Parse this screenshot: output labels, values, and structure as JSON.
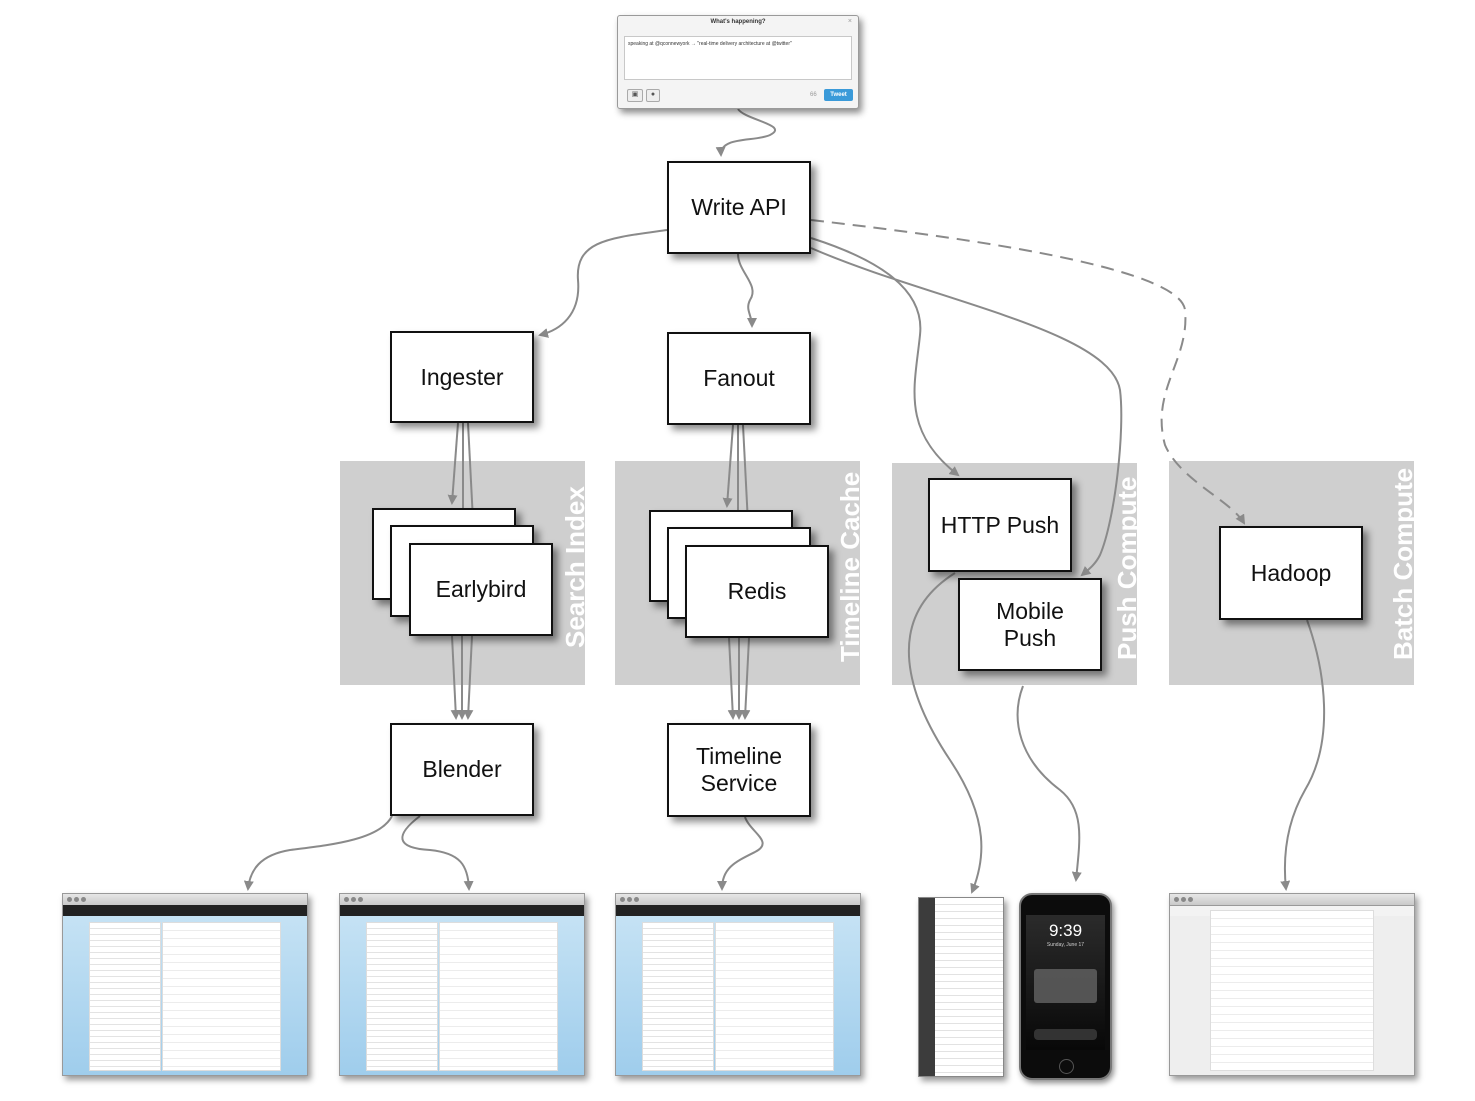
{
  "tweet_box": {
    "title": "What's happening?",
    "close": "×",
    "text": "speaking at @qconnewyork → \"real-time delivery architecture at @twitter\"",
    "char_count": "66",
    "button": "Tweet",
    "camera_icon": "camera-icon",
    "location_icon": "location-pin-icon"
  },
  "groups": {
    "search_index": "Search Index",
    "timeline_cache": "Timeline Cache",
    "push_compute": "Push Compute",
    "batch_compute": "Batch Compute"
  },
  "nodes": {
    "write_api": "Write API",
    "ingester": "Ingester",
    "fanout": "Fanout",
    "earlybird": "Earlybird",
    "redis": "Redis",
    "http_push": "HTTP Push",
    "mobile_push": "Mobile Push",
    "hadoop": "Hadoop",
    "blender": "Blender",
    "timeline_service": "Timeline Service"
  },
  "phone": {
    "time": "9:39",
    "date": "Sunday, June 17"
  },
  "colors": {
    "group_bg": "#cfcfcf",
    "arrow": "#8a8a8a",
    "node_border": "#111111"
  }
}
